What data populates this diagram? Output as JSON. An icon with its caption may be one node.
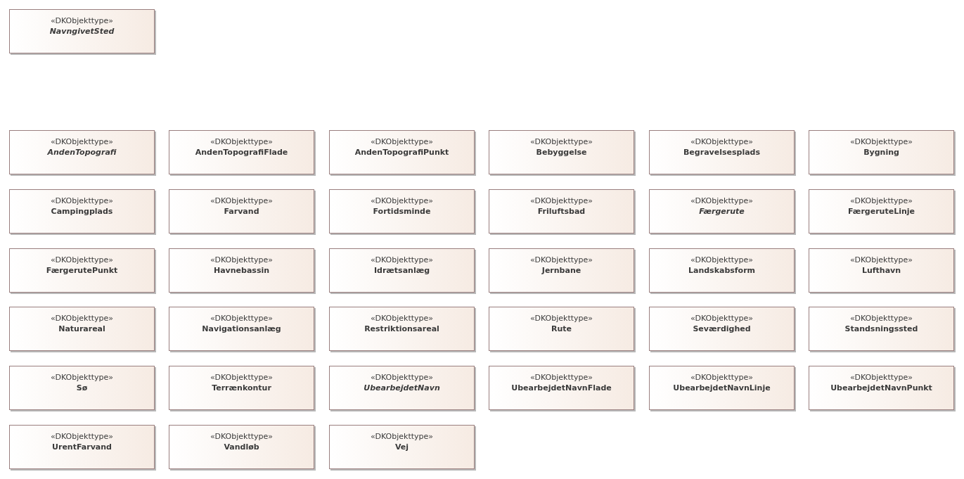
{
  "diagram": {
    "nodes": [
      {
        "text": [
          "«DKObjekttype»",
          "*NavngivetSted*"
        ]
      },
      {
        "text": [
          "«DKObjekttype»",
          "*AndenTopografi*"
        ]
      },
      {
        "text": [
          "«DKObjekttype»",
          "AndenTopografiFlade"
        ]
      },
      {
        "text": [
          "«DKObjekttype»",
          "AndenTopografiPunkt"
        ]
      },
      {
        "text": [
          "«DKObjekttype»",
          "Bebyggelse"
        ]
      },
      {
        "text": [
          "«DKObjekttype»",
          "Begravelsesplads"
        ]
      },
      {
        "text": [
          "«DKObjekttype»",
          "Bygning"
        ]
      },
      {
        "text": [
          "«DKObjekttype»",
          "Campingplads"
        ]
      },
      {
        "text": [
          "«DKObjekttype»",
          "Farvand"
        ]
      },
      {
        "text": [
          "«DKObjekttype»",
          "Fortidsminde"
        ]
      },
      {
        "text": [
          "«DKObjekttype»",
          "Friluftsbad"
        ]
      },
      {
        "text": [
          "«DKObjekttype»",
          "*Færgerute*"
        ]
      },
      {
        "text": [
          "«DKObjekttype»",
          "FærgeruteLinje"
        ]
      },
      {
        "text": [
          "«DKObjekttype»",
          "FærgerutePunkt"
        ]
      },
      {
        "text": [
          "«DKObjekttype»",
          "Havnebassin"
        ]
      },
      {
        "text": [
          "«DKObjekttype»",
          "Idrætsanlæg"
        ]
      },
      {
        "text": [
          "«DKObjekttype»",
          "Jernbane"
        ]
      },
      {
        "text": [
          "«DKObjekttype»",
          "Landskabsform"
        ]
      },
      {
        "text": [
          "«DKObjekttype»",
          "Lufthavn"
        ]
      },
      {
        "text": [
          "«DKObjekttype»",
          "Naturareal"
        ]
      },
      {
        "text": [
          "«DKObjekttype»",
          "Navigationsanlæg"
        ]
      },
      {
        "text": [
          "«DKObjekttype»",
          "Restriktionsareal"
        ]
      },
      {
        "text": [
          "«DKObjekttype»",
          "Rute"
        ]
      },
      {
        "text": [
          "«DKObjekttype»",
          "Seværdighed"
        ]
      },
      {
        "text": [
          "«DKObjekttype»",
          "Standsningssted"
        ]
      },
      {
        "text": [
          "«DKObjekttype»",
          "Sø"
        ]
      },
      {
        "text": [
          "«DKObjekttype»",
          "Terrænkontur"
        ]
      },
      {
        "text": [
          "«DKObjekttype»",
          "*UbearbejdetNavn*"
        ]
      },
      {
        "text": [
          "«DKObjekttype»",
          "UbearbejdetNavnFlade"
        ]
      },
      {
        "text": [
          "«DKObjekttype»",
          "UbearbejdetNavnLinje"
        ]
      },
      {
        "text": [
          "«DKObjekttype»",
          "UbearbejdetNavnPunkt"
        ]
      },
      {
        "text": [
          "«DKObjekttype»",
          "UrentFarvand"
        ]
      },
      {
        "text": [
          "«DKObjekttype»",
          "Vandløb"
        ]
      },
      {
        "text": [
          "«DKObjekttype»",
          "Vej"
        ]
      }
    ]
  }
}
